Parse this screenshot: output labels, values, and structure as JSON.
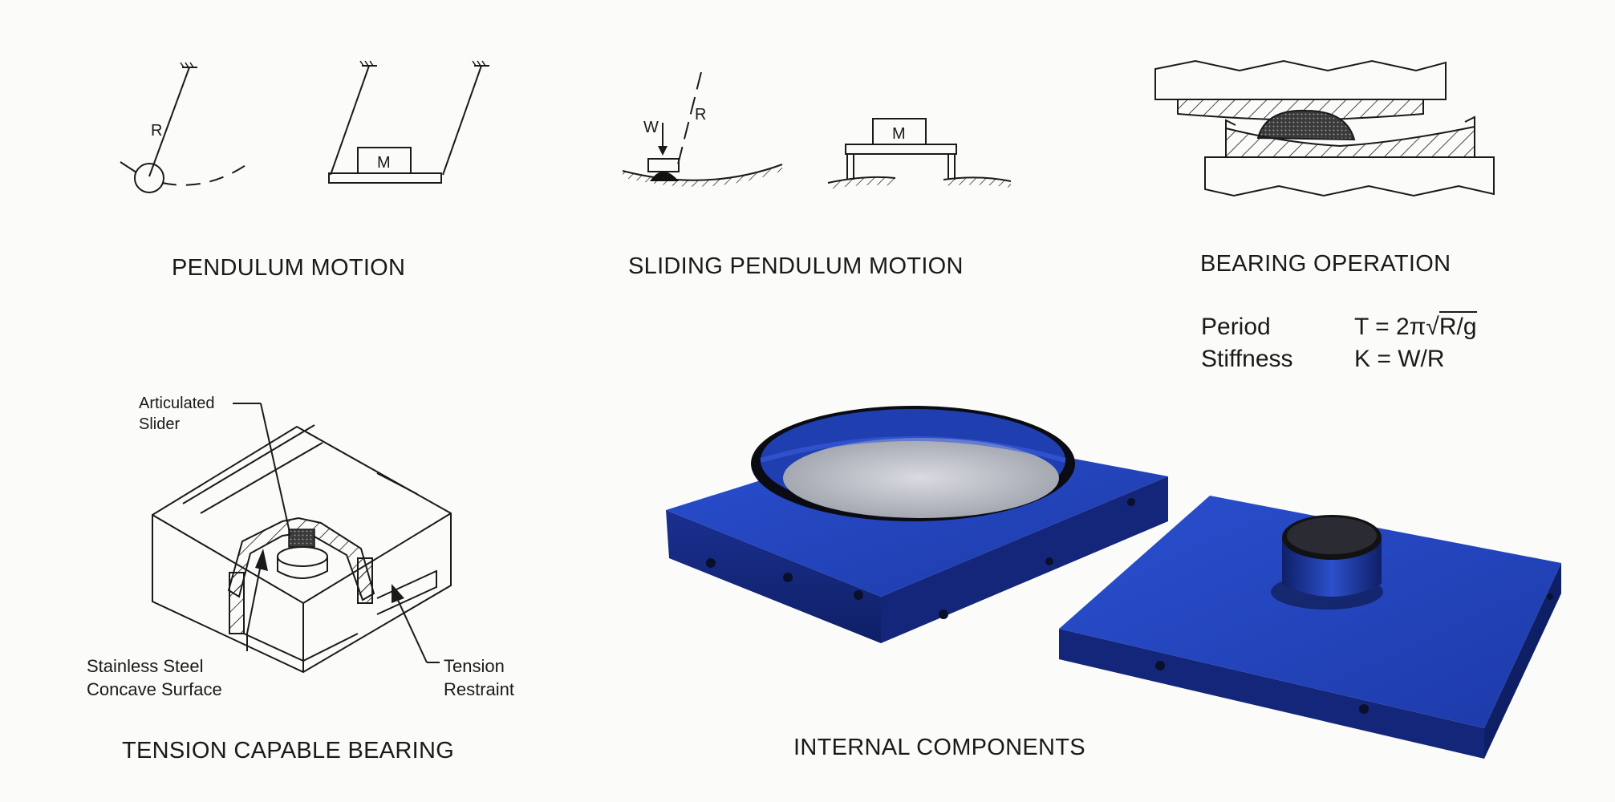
{
  "panels": {
    "pendulum": {
      "caption": "PENDULUM MOTION",
      "radius_label": "R",
      "mass_label": "M"
    },
    "sliding_pendulum": {
      "caption": "SLIDING PENDULUM MOTION",
      "weight_label": "W",
      "radius_label": "R",
      "mass_label": "M"
    },
    "bearing_operation": {
      "caption": "BEARING OPERATION",
      "formulas": [
        {
          "name": "Period",
          "expr_prefix": "T = 2π",
          "expr_radical": "R/g"
        },
        {
          "name": "Stiffness",
          "expr_prefix": "K = W/R",
          "expr_radical": ""
        }
      ]
    },
    "tension_bearing": {
      "caption": "TENSION CAPABLE BEARING",
      "labels": {
        "slider_line1": "Articulated",
        "slider_line2": "Slider",
        "surface_line1": "Stainless Steel",
        "surface_line2": "Concave Surface",
        "restraint_line1": "Tension",
        "restraint_line2": "Restraint"
      }
    },
    "internal_components": {
      "caption": "INTERNAL COMPONENTS"
    }
  },
  "colors": {
    "steel_blue": "#1f3fb0",
    "steel_blue_dark": "#142a7a",
    "ink": "#1a1a1a",
    "paper": "#fbfbf9"
  }
}
